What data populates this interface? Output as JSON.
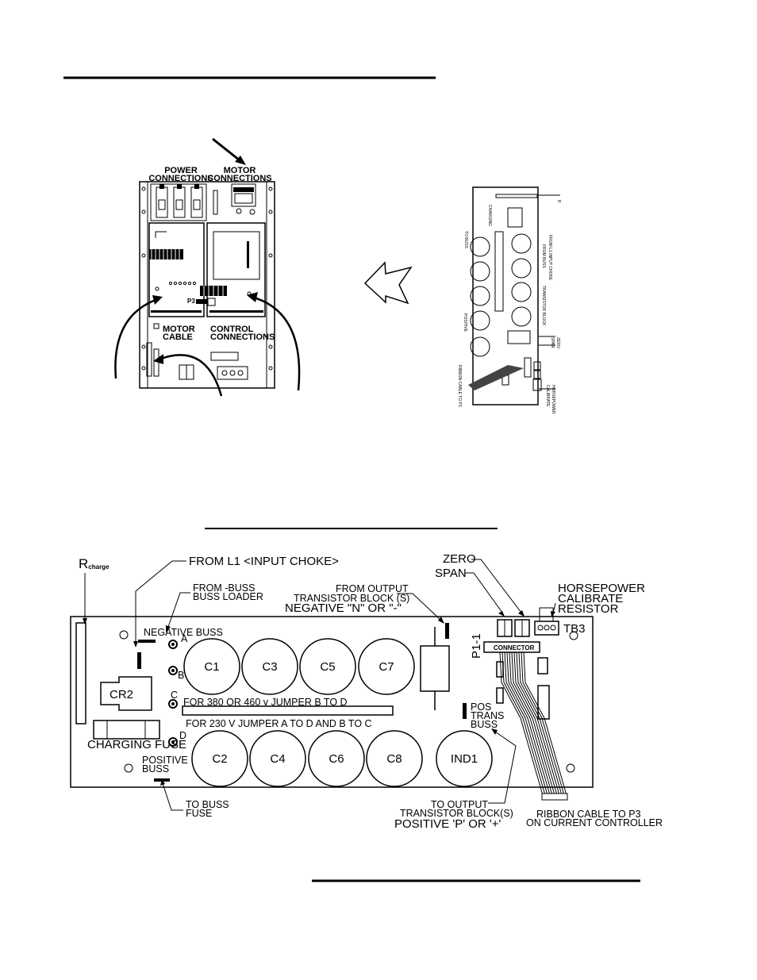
{
  "top_figure": {
    "power_connections": [
      "POWER",
      "CONNECTIONS"
    ],
    "motor_connections": [
      "MOTOR",
      "CONNECTIONS"
    ],
    "p3": "P3",
    "motor_cable": [
      "MOTOR",
      "CABLE"
    ],
    "control_connections": [
      "CONTROL",
      "CONNECTIONS"
    ]
  },
  "board": {
    "r_charge": {
      "main": "R",
      "sub": "charge"
    },
    "from_l1": "FROM L1 <INPUT CHOKE>",
    "from_buss": [
      "FROM -BUSS",
      "BUSS LOADER"
    ],
    "from_output": [
      "FROM OUTPUT",
      "TRANSISTOR BLOCK (S)",
      "NEGATIVE  \"N\" OR \"-\""
    ],
    "zero": "ZERO",
    "span": "SPAN",
    "horsepower": [
      "HORSEPOWER",
      "CALIBRATE",
      "RESISTOR"
    ],
    "tb3": "TB3",
    "negative_buss": "NEGATIVE BUSS",
    "terminals": [
      "A",
      "B",
      "C",
      "D"
    ],
    "capacitors_top": [
      "C1",
      "C3",
      "C5",
      "C7"
    ],
    "capacitors_bottom": [
      "C2",
      "C4",
      "C6",
      "C8",
      "IND1"
    ],
    "cr2": "CR2",
    "p1_1": "P1-1",
    "connector": "CONNECTOR",
    "jumper_380": "FOR 380 OR 460 v JUMPER B TO D",
    "jumper_230": "FOR 230 V JUMPER A TO D AND B TO C",
    "charging_fuse": "CHARGING FUSE",
    "positive_buss": [
      "POSITIVE",
      "BUSS"
    ],
    "pos_trans_buss": [
      "POS",
      "TRANS",
      "BUSS"
    ],
    "to_buss_fuse": [
      "TO BUSS",
      "FUSE"
    ],
    "to_output": [
      "TO OUTPUT",
      "TRANSISTOR BLOCK(S)",
      "POSITIVE  'P' OR '+'"
    ],
    "ribbon_cable": [
      "RIBBON CABLE TO P3",
      "ON CURRENT CONTROLLER"
    ]
  }
}
